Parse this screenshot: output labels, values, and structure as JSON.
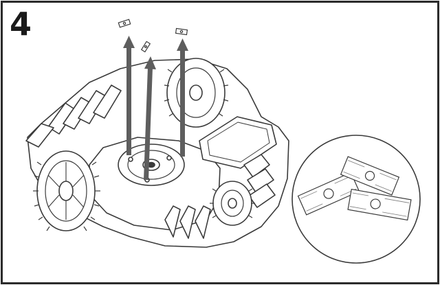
{
  "step": {
    "number": "4"
  },
  "colors": {
    "border": "#2a2a2a",
    "line": "#3a3a3a",
    "arrow": "#5e5e5e",
    "background": "#ffffff"
  },
  "illustration": {
    "subject": "robotic-lawn-mower-underside",
    "callout": "blade-detail-circle",
    "blade_count": 3,
    "removal_arrow_count": 3
  }
}
